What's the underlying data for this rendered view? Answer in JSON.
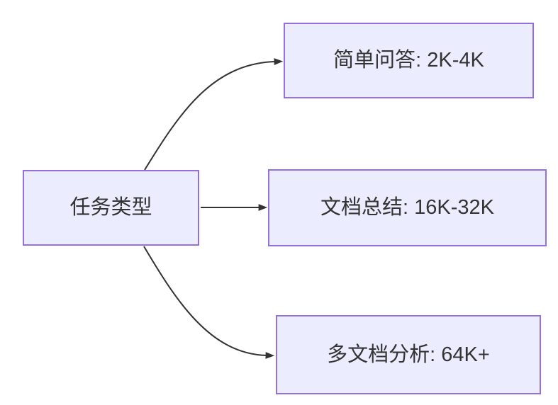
{
  "diagram": {
    "type": "flowchart",
    "direction": "left-to-right",
    "colors": {
      "background": "#ffffff",
      "node_fill": "#ececff",
      "node_border": "#9370db",
      "text": "#333333",
      "edge": "#333333"
    },
    "nodes": {
      "root": {
        "id": "root",
        "label": "任务类型"
      },
      "child1": {
        "id": "child1",
        "label": "简单问答: 2K-4K"
      },
      "child2": {
        "id": "child2",
        "label": "文档总结: 16K-32K"
      },
      "child3": {
        "id": "child3",
        "label": "多文档分析: 64K+"
      }
    },
    "edges": [
      {
        "from": "root",
        "to": "child1",
        "style": "curved-up"
      },
      {
        "from": "root",
        "to": "child2",
        "style": "straight"
      },
      {
        "from": "root",
        "to": "child3",
        "style": "curved-down"
      }
    ]
  }
}
